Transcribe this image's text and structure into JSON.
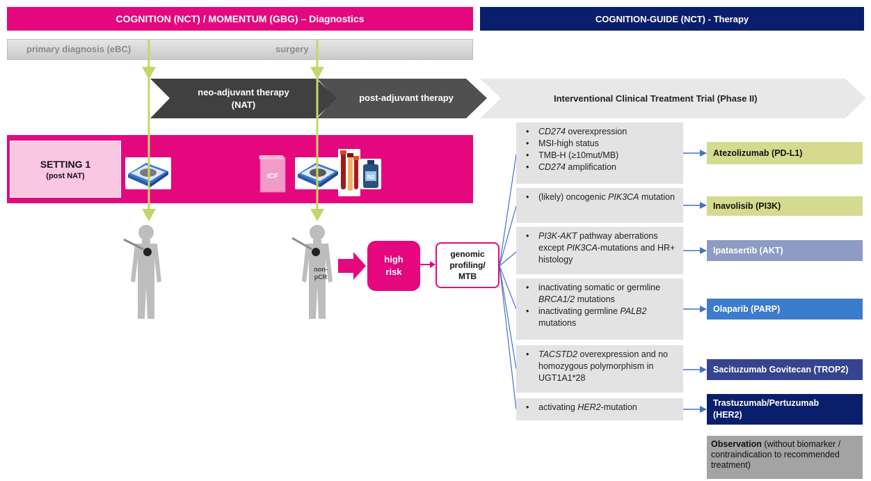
{
  "headers": {
    "diagnostics": "COGNITION (NCT) / MOMENTUM (GBG) – Diagnostics",
    "therapy": "COGNITION-GUIDE (NCT) - Therapy"
  },
  "timeline": {
    "primary_diagnosis": "primary diagnosis (eBC)",
    "surgery": "surgery"
  },
  "phases": {
    "neoadjuvant_line1": "neo-adjuvant therapy",
    "neoadjuvant_line2": "(NAT)",
    "postadjuvant": "post-adjuvant therapy",
    "trial": "Interventional Clinical Treatment Trial (Phase II)"
  },
  "setting": {
    "title": "SETTING 1",
    "subtitle": "(post NAT)",
    "icf_label": "ICF",
    "nitrogen_label": "N2"
  },
  "patient": {
    "non_pcr_line1": "non-",
    "non_pcr_line2": "pCR"
  },
  "flow": {
    "high_risk_line1": "high",
    "high_risk_line2": "risk",
    "genomic_line1": "genomic",
    "genomic_line2": "profiling/",
    "genomic_line3": "MTB"
  },
  "criteria": {
    "c1": {
      "b1_italic": "CD274",
      "b1_rest": " overexpression",
      "b2": "MSI-high status",
      "b3": "TMB-H (≥10mut/MB)",
      "b4_italic": "CD274",
      "b4_rest": " amplification"
    },
    "c2": {
      "pre": "(likely) oncogenic ",
      "italic": "PIK3CA",
      "post": " mutation"
    },
    "c3": {
      "italic1": "PI3K-AKT",
      "text1": " pathway aberrations except ",
      "italic2": "PIK3CA",
      "text2": "-mutations and HR+ histology"
    },
    "c4": {
      "b1_pre": "inactivating somatic or germline ",
      "b1_italic": "BRCA1/2",
      "b1_post": " mutations",
      "b2_pre": "inactivating germline ",
      "b2_italic": "PALB2",
      "b2_post": " mutations"
    },
    "c5": {
      "italic": "TACSTD2",
      "text": " overexpression and no homozygous polymorphism in UGT1A1*28"
    },
    "c6": {
      "pre": "activating ",
      "italic": "HER2",
      "post": "-mutation"
    }
  },
  "drugs": {
    "atezolizumab": "Atezolizumab (PD-L1)",
    "inavolisib": "Inavolisib (PI3K)",
    "ipatasertib": "Ipatasertib (AKT)",
    "olaparib": "Olaparib (PARP)",
    "sacituzumab": "Sacituzumab Govitecan (TROP2)",
    "trastuzumab_line1": "Trastuzumab/Pertuzumab",
    "trastuzumab_line2": "(HER2)"
  },
  "observation": {
    "bold": "Observation",
    "rest": " (without biomarker / contraindication to recommended treatment)"
  },
  "colors": {
    "magenta": "#e5077e",
    "navy": "#0a1f6b",
    "lime": "#c5d56a",
    "blue_line": "#4472c4",
    "chevron_dark": "#4a4a4a"
  }
}
